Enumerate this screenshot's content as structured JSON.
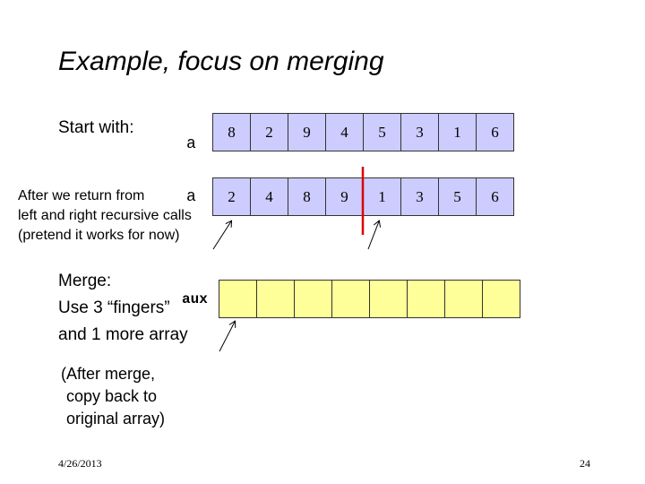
{
  "slide": {
    "title": "Example, focus on merging",
    "start_label": "Start with:",
    "array_a_label": "a",
    "array_a_values": [
      "8",
      "2",
      "9",
      "4",
      "5",
      "3",
      "1",
      "6"
    ],
    "array_a2_label": "a",
    "array_a2_values": [
      "2",
      "4",
      "8",
      "9",
      "1",
      "3",
      "5",
      "6"
    ],
    "recursive_note": [
      "After we return from",
      "left and right recursive calls",
      "(pretend it works for now)"
    ],
    "merge_lines": [
      "Merge:",
      "Use 3 “fingers”",
      "and 1 more array"
    ],
    "aux_label": "aux",
    "aux_cells": 8,
    "copy_note": [
      "(After merge,",
      "copy back to",
      "original array)"
    ],
    "footer_date": "4/26/2013",
    "page_number": "24"
  },
  "colors": {
    "array_fill": "#ccccff",
    "aux_fill": "#ffff99",
    "split_line": "#dd0000"
  }
}
